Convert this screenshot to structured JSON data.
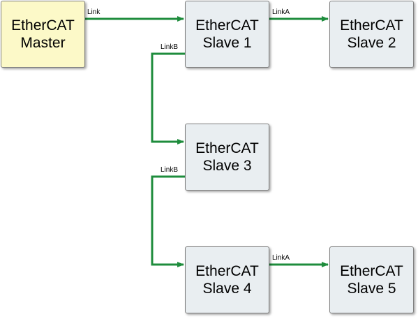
{
  "colors": {
    "link": "#1e8c3c",
    "master_fill": "#fcf9c8",
    "slave_fill": "#e9eef1",
    "border": "#7f7f7f"
  },
  "nodes": {
    "master": {
      "line1": "EtherCAT",
      "line2": "Master"
    },
    "slave1": {
      "line1": "EtherCAT",
      "line2": "Slave 1"
    },
    "slave2": {
      "line1": "EtherCAT",
      "line2": "Slave 2"
    },
    "slave3": {
      "line1": "EtherCAT",
      "line2": "Slave 3"
    },
    "slave4": {
      "line1": "EtherCAT",
      "line2": "Slave 4"
    },
    "slave5": {
      "line1": "EtherCAT",
      "line2": "Slave 5"
    }
  },
  "links": {
    "master_to_slave1": "Link",
    "slave1_to_slave2": "LinkA",
    "slave1_to_slave3": "LinkB",
    "slave3_to_slave4": "LinkB",
    "slave4_to_slave5": "LinkA"
  }
}
